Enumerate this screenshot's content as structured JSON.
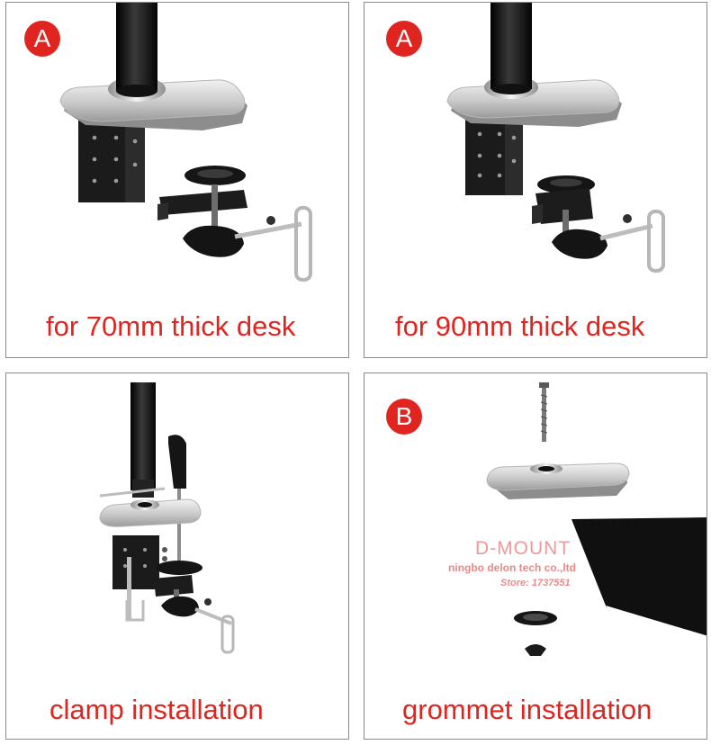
{
  "colors": {
    "accent": "#e0241f",
    "panel_border": "#8a8a8a",
    "watermark": "#de5a5a"
  },
  "panels": [
    {
      "badge": "A",
      "caption": "for 70mm thick desk"
    },
    {
      "badge": "A",
      "caption": "for 90mm thick desk"
    },
    {
      "caption": "clamp installation"
    },
    {
      "badge": "B",
      "caption": "grommet installation"
    }
  ],
  "watermark": {
    "brand": "D-MOUNT",
    "company": "ningbo delon tech co.,ltd",
    "store": "Store: 1737551"
  }
}
